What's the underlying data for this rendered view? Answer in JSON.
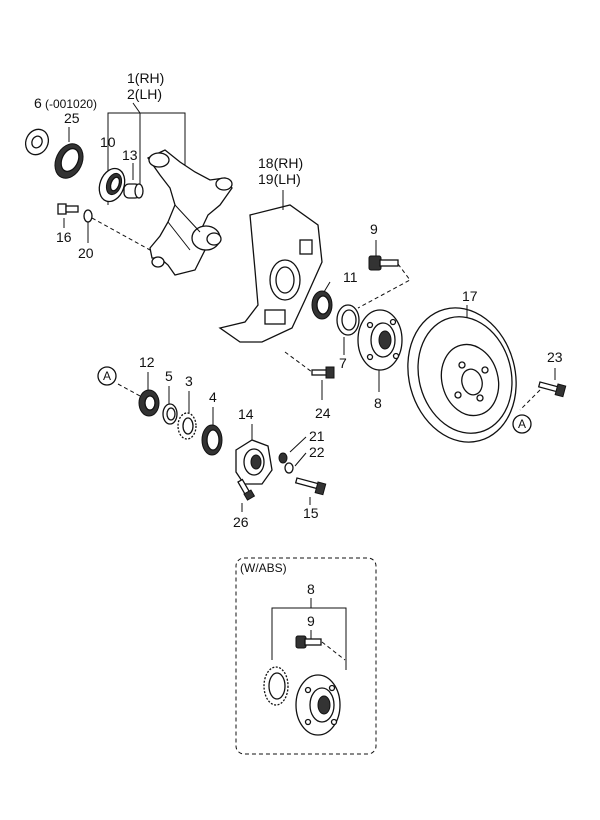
{
  "diagram": {
    "labels": {
      "p1": "1(RH)",
      "p2": "2(LH)",
      "p6": "6",
      "p6_note": "(-001020)",
      "p25": "25",
      "p10": "10",
      "p13": "13",
      "p16": "16",
      "p20": "20",
      "p18": "18(RH)",
      "p19": "19(LH)",
      "p9": "9",
      "p11": "11",
      "p7": "7",
      "p17": "17",
      "p8": "8",
      "p23": "23",
      "p24": "24",
      "p12": "12",
      "p5": "5",
      "p3": "3",
      "p4": "4",
      "p14": "14",
      "p21": "21",
      "p22": "22",
      "p15": "15",
      "p26": "26",
      "ref_a": "A",
      "abs_title": "(W/ABS)",
      "abs_p8": "8",
      "abs_p9": "9"
    }
  }
}
